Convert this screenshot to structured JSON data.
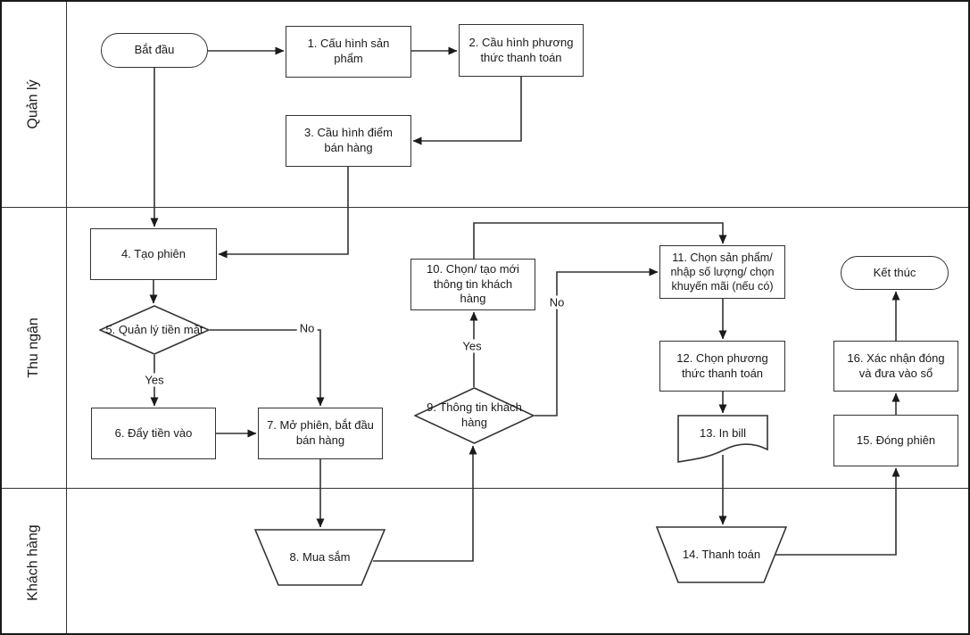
{
  "lanes": [
    {
      "label": "Quản lý"
    },
    {
      "label": "Thu ngân"
    },
    {
      "label": "Khách hàng"
    }
  ],
  "nodes": {
    "start": {
      "label": "Bắt đầu",
      "type": "terminator"
    },
    "n1": {
      "label": "1. Cấu hình sản phẩm",
      "type": "process"
    },
    "n2": {
      "label": "2. Cầu hình phương thức thanh toán",
      "type": "process"
    },
    "n3": {
      "label": "3. Cầu hình điểm bán hàng",
      "type": "process"
    },
    "n4": {
      "label": "4. Tạo phiên",
      "type": "process"
    },
    "n5": {
      "label": "5. Quản lý tiền mặt",
      "type": "decision"
    },
    "n6": {
      "label": "6. Đẩy tiền vào",
      "type": "process"
    },
    "n7": {
      "label": "7. Mở phiên, bắt đầu bán hàng",
      "type": "process"
    },
    "n8": {
      "label": "8. Mua sắm",
      "type": "manual-operation"
    },
    "n9": {
      "label": "9. Thông tin khách hàng",
      "type": "decision"
    },
    "n10": {
      "label": "10. Chọn/ tạo mới thông tin khách hàng",
      "type": "process"
    },
    "n11": {
      "label": "11. Chọn sản phẩm/ nhập số lượng/ chọn khuyến mãi (nếu có)",
      "type": "process"
    },
    "n12": {
      "label": "12. Chọn phương thức thanh toán",
      "type": "process"
    },
    "n13": {
      "label": "13. In bill",
      "type": "document"
    },
    "n14": {
      "label": "14. Thanh toán",
      "type": "manual-operation"
    },
    "n15": {
      "label": "15. Đóng phiên",
      "type": "process"
    },
    "n16": {
      "label": "16. Xác nhận đóng và đưa vào sổ",
      "type": "process"
    },
    "end": {
      "label": "Kết thúc",
      "type": "terminator"
    }
  },
  "edge_labels": {
    "no5": "No",
    "yes5": "Yes",
    "yes9": "Yes",
    "no9": "No"
  },
  "colors": {
    "line": "#333333",
    "text": "#1a1a1a",
    "background": "#ffffff"
  }
}
